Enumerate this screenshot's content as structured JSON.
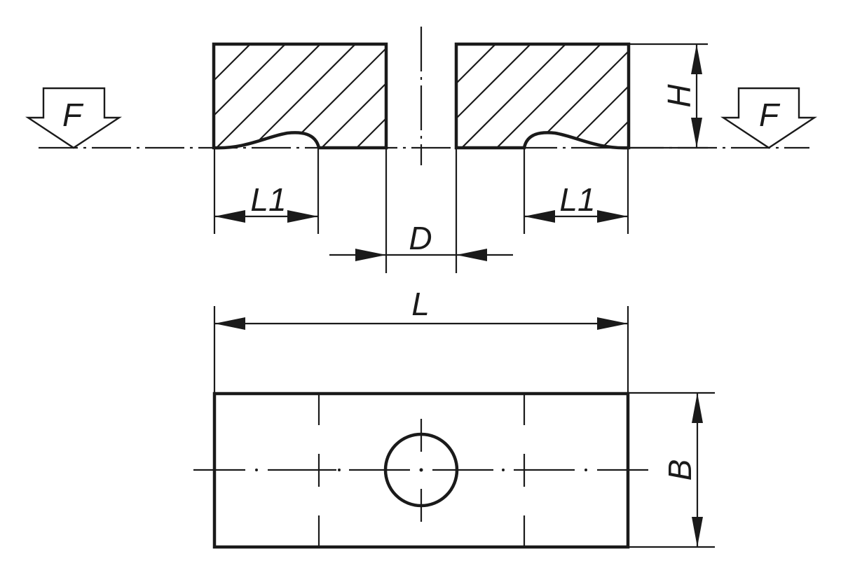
{
  "drawing": {
    "title": "Pressure pad / clamping block technical drawing",
    "colors": {
      "line": "#1a1a1a",
      "background": "#ffffff"
    },
    "section_view": {
      "labels": {
        "force_left": "F",
        "force_right": "F",
        "height": "H",
        "undercut_left": "L1",
        "undercut_right": "L1",
        "bore_diameter": "D"
      }
    },
    "top_view": {
      "labels": {
        "length": "L",
        "width": "B"
      }
    }
  }
}
